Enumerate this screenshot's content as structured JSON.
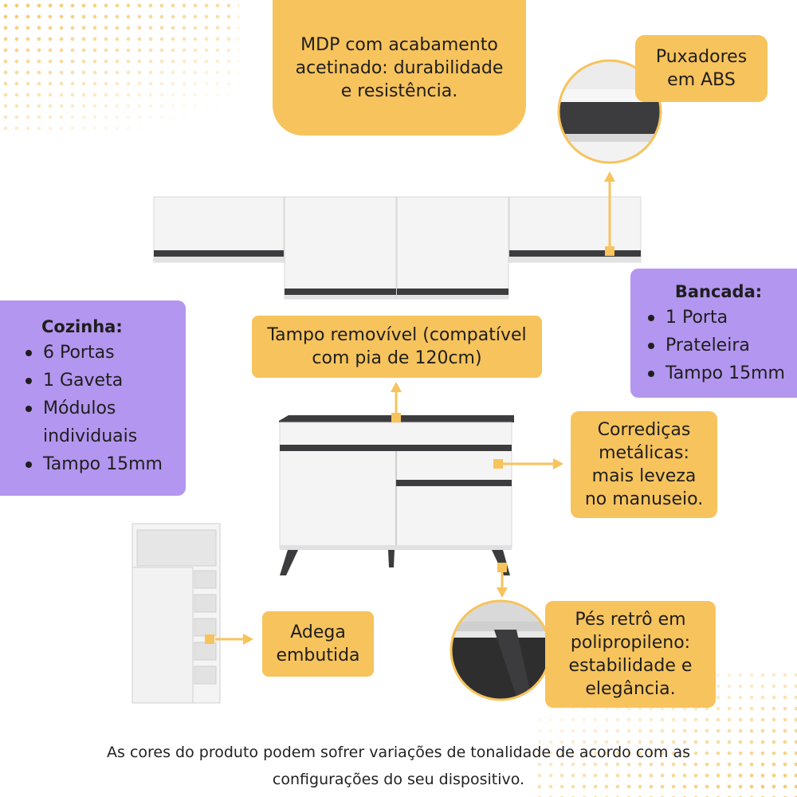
{
  "callouts": {
    "mdp": [
      "MDP com acabamento",
      "acetinado: durabilidade",
      "e resistência."
    ],
    "puxadores": [
      "Puxadores",
      "em ABS"
    ],
    "tampo_removivel": [
      "Tampo removível (compatível",
      "com pia de 120cm)"
    ],
    "corredicas": [
      "Corrediças",
      "metálicas:",
      "mais leveza",
      "no manuseio."
    ],
    "adega": [
      "Adega",
      "embutida"
    ],
    "pes": [
      "Pés retrô em",
      "polipropileno:",
      "estabilidade e",
      "elegância."
    ]
  },
  "cozinha": {
    "title": "Cozinha:",
    "items": [
      "6 Portas",
      "1 Gaveta",
      "Módulos",
      "individuais",
      "Tampo 15mm"
    ]
  },
  "bancada": {
    "title": "Bancada:",
    "items": [
      "1 Porta",
      "Prateleira",
      "Tampo 15mm"
    ]
  },
  "footer": [
    "As cores do produto podem sofrer variações de tonalidade de acordo com as",
    "configurações do seu dispositivo."
  ],
  "colors": {
    "accent_yellow": "#f7c35c",
    "accent_purple": "#b396ef",
    "cabinet_white": "#f2f2f2",
    "handle_dark": "#3c3c3e"
  }
}
